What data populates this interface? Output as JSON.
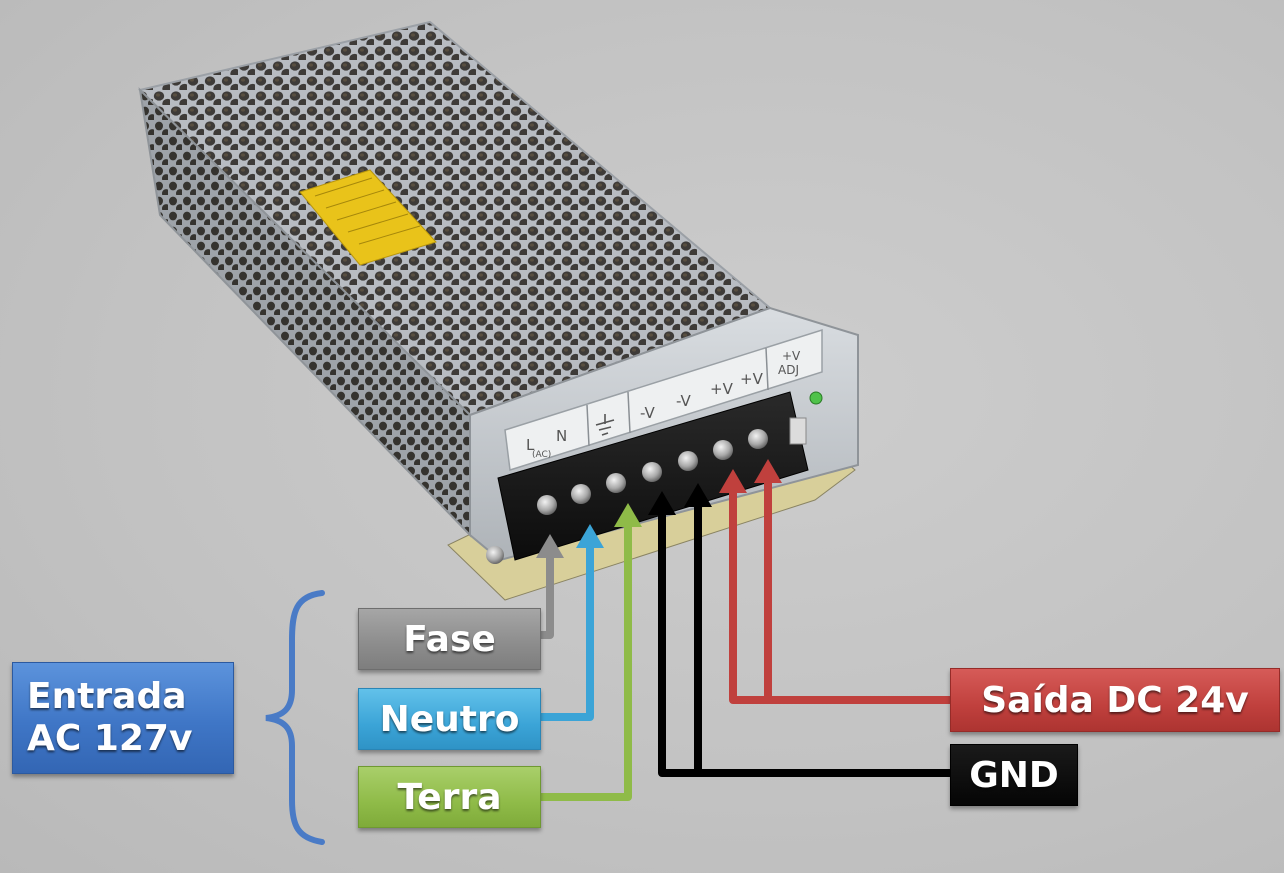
{
  "labels": {
    "entrada_line1": "Entrada",
    "entrada_line2": "AC 127v",
    "fase": "Fase",
    "neutro": "Neutro",
    "terra": "Terra",
    "saida": "Saída DC 24v",
    "gnd": "GND"
  },
  "terminals": {
    "l": "L",
    "n": "N",
    "ac": "(AC)",
    "v_minus_1": "-V",
    "v_minus_2": "-V",
    "v_plus_1": "+V",
    "v_plus_2": "+V",
    "adj_top": "+V",
    "adj_bottom": "ADJ"
  },
  "colors": {
    "fase": "#8c8c8c",
    "neutro": "#3ba4d7",
    "terra": "#8fbb48",
    "saida": "#c0403d",
    "gnd": "#000000",
    "entrada": "#3f76c6",
    "brace": "#4a7bc6"
  }
}
